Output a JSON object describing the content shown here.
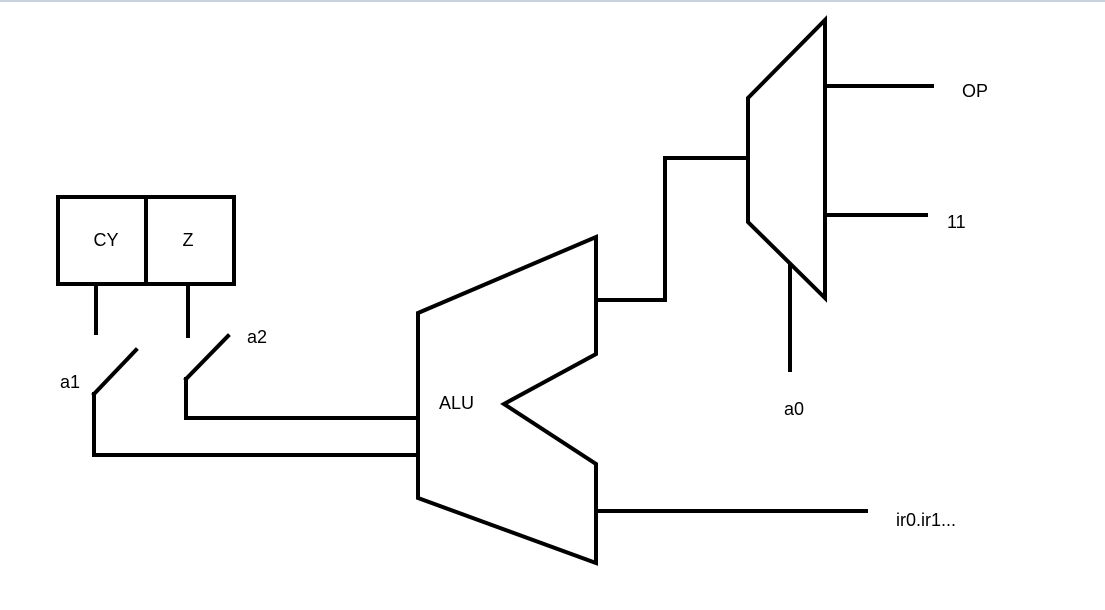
{
  "registers": {
    "cy": "CY",
    "z": "Z"
  },
  "switches": {
    "a1": "a1",
    "a2": "a2"
  },
  "alu": {
    "label": "ALU"
  },
  "mux": {
    "select": "a0",
    "input_op": "OP",
    "input_11": "11"
  },
  "output": {
    "label": "ir0.ir1..."
  }
}
